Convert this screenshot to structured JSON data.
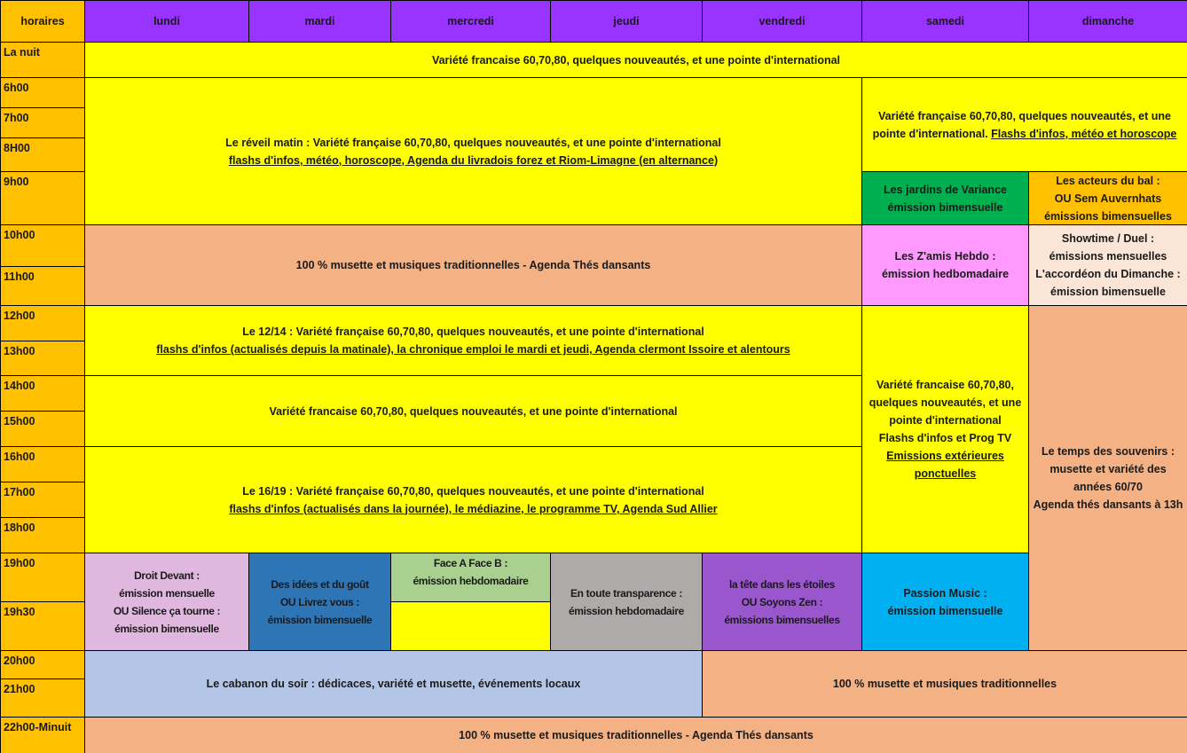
{
  "header": {
    "time_label": "horaires",
    "days": [
      "lundi",
      "mardi",
      "mercredi",
      "jeudi",
      "vendredi",
      "samedi",
      "dimanche"
    ]
  },
  "times": [
    "La nuit",
    "6h00",
    "7h00",
    "8H00",
    "9h00",
    "10h00",
    "11h00",
    "12h00",
    "13h00",
    "14h00",
    "15h00",
    "16h00",
    "17h00",
    "18h00",
    "19h00",
    "19h30",
    "20h00",
    "21h00",
    "22h00-Minuit"
  ],
  "colors": {
    "header_days": "#9933ff",
    "header_time": "#ffc000",
    "yellow": "#ffff00",
    "musette": "#f4b183"
  },
  "programs": [
    {
      "id": "nuit",
      "color": "#ffff00",
      "lines": [
        {
          "text": "Variété francaise 60,70,80, quelques nouveautés, et une pointe d'international",
          "underline": false
        }
      ]
    },
    {
      "id": "reveil",
      "color": "#ffff00",
      "lines": [
        {
          "text": "Le réveil matin  : Variété française 60,70,80, quelques nouveautés, et une pointe d'international",
          "underline": false
        },
        {
          "text": "flashs d'infos, météo, horoscope, Agenda du livradois forez et Riom-Limagne (en alternance)",
          "underline": true
        }
      ]
    },
    {
      "id": "we-matin",
      "color": "#ffff00",
      "lines": [
        {
          "text": "Variété française 60,70,80, quelques nouveautés, et une",
          "underline": false
        },
        {
          "text": "pointe d'international. ",
          "underline": false,
          "suffix": {
            "text": "Flashs d'infos, météo et horoscope",
            "underline": true
          }
        }
      ]
    },
    {
      "id": "jardins",
      "color": "#00b050",
      "lines": [
        {
          "text": "Les jardins de Variance",
          "underline": false
        },
        {
          "text": "émission bimensuelle",
          "underline": false
        }
      ]
    },
    {
      "id": "acteurs",
      "color": "#ffc000",
      "lines": [
        {
          "text": "Les acteurs du bal :",
          "underline": false
        },
        {
          "text": "OU Sem Auvernhats",
          "underline": false
        },
        {
          "text": "émissions bimensuelles",
          "underline": false
        }
      ]
    },
    {
      "id": "musette-matin",
      "color": "#f4b183",
      "lines": [
        {
          "text": "100 % musette et musiques traditionnelles  - Agenda Thés dansants",
          "underline": false
        }
      ]
    },
    {
      "id": "zamis",
      "color": "#ff99ff",
      "lines": [
        {
          "text": "Les Z'amis Hebdo :",
          "underline": false
        },
        {
          "text": "émission hedbomadaire",
          "underline": false
        }
      ]
    },
    {
      "id": "showtime",
      "color": "#fbe5d6",
      "lines": [
        {
          "text": "Showtime / Duel :",
          "underline": false
        },
        {
          "text": "émissions mensuelles",
          "underline": false
        },
        {
          "text": "L'accordéon du Dimanche :",
          "underline": false
        },
        {
          "text": "émission bimensuelle",
          "underline": false
        }
      ]
    },
    {
      "id": "midi",
      "color": "#ffff00",
      "lines": [
        {
          "text": "Le 12/14 :  Variété française 60,70,80, quelques nouveautés, et une pointe d'international",
          "underline": false
        },
        {
          "text": "flashs d'infos (actualisés depuis la matinale), la chronique emploi le mardi et jeudi, Agenda clermont Issoire et alentours",
          "underline": true
        }
      ]
    },
    {
      "id": "aprem",
      "color": "#ffff00",
      "lines": [
        {
          "text": "Variété francaise 60,70,80, quelques nouveautés, et une pointe d'international",
          "underline": false
        }
      ]
    },
    {
      "id": "soir",
      "color": "#ffff00",
      "lines": [
        {
          "text": "Le 16/19 :  Variété française 60,70,80, quelques nouveautés, et une pointe d'international",
          "underline": false
        },
        {
          "text": "flashs d'infos (actualisés dans la journée), le médiazine, le programme TV, Agenda Sud Allier",
          "underline": true
        }
      ]
    },
    {
      "id": "samedi-jour",
      "color": "#ffff00",
      "lines": [
        {
          "text": "Variété francaise 60,70,80,",
          "underline": false
        },
        {
          "text": "quelques nouveautés, et une",
          "underline": false
        },
        {
          "text": "pointe d'international",
          "underline": false
        },
        {
          "text": "Flashs d'infos et Prog TV",
          "underline": false
        },
        {
          "text": "Emissions extérieures",
          "underline": true
        },
        {
          "text": "ponctuelles",
          "underline": true
        }
      ]
    },
    {
      "id": "souvenirs",
      "color": "#f4b183",
      "lines": [
        {
          "text": "Le temps des souvenirs :",
          "underline": false
        },
        {
          "text": "musette et variété des",
          "underline": false
        },
        {
          "text": "années 60/70",
          "underline": false
        },
        {
          "text": "Agenda thés dansants à 13h",
          "underline": false
        }
      ]
    },
    {
      "id": "droit-devant",
      "color": "#e0b7df",
      "lines": [
        {
          "text": "Droit Devant  :",
          "underline": false
        },
        {
          "text": "émission mensuelle",
          "underline": false
        },
        {
          "text": "OU Silence ça tourne :",
          "underline": false
        },
        {
          "text": "émission bimensuelle",
          "underline": false
        }
      ]
    },
    {
      "id": "idees",
      "color": "#2e75b6",
      "lines": [
        {
          "text": "Des idées et du goût",
          "underline": false
        },
        {
          "text": "OU Livrez vous :",
          "underline": false
        },
        {
          "text": "émission bimensuelle",
          "underline": false
        }
      ]
    },
    {
      "id": "face-a",
      "color": "#a9d08e",
      "lines": [
        {
          "text": "Face A Face B :",
          "underline": false
        },
        {
          "text": "émission hebdomadaire",
          "underline": false
        }
      ]
    },
    {
      "id": "face-a-vide",
      "color": "#ffff00",
      "lines": []
    },
    {
      "id": "transparence",
      "color": "#aeaaaa",
      "lines": [
        {
          "text": "En toute transparence :",
          "underline": false
        },
        {
          "text": "émission hebdomadaire",
          "underline": false
        }
      ]
    },
    {
      "id": "etoiles",
      "color": "#9a57cd",
      "lines": [
        {
          "text": "la tête dans les étoiles",
          "underline": false
        },
        {
          "text": "OU Soyons Zen :",
          "underline": false
        },
        {
          "text": "émissions bimensuelles",
          "underline": false
        }
      ]
    },
    {
      "id": "passion",
      "color": "#00b0f0",
      "lines": [
        {
          "text": "Passion Music :",
          "underline": false
        },
        {
          "text": "émission bimensuelle",
          "underline": false
        }
      ]
    },
    {
      "id": "cabanon",
      "color": "#b4c6e7",
      "lines": [
        {
          "text": "Le cabanon du soir : dédicaces, variété et musette, événements locaux",
          "underline": false
        }
      ]
    },
    {
      "id": "musette-soir",
      "color": "#f4b183",
      "lines": [
        {
          "text": "100 % musette et musiques traditionnelles",
          "underline": false
        }
      ]
    },
    {
      "id": "nuit-fin",
      "color": "#f4b183",
      "lines": [
        {
          "text": "100 % musette et musiques traditionnelles - Agenda Thés dansants",
          "underline": false
        }
      ]
    }
  ]
}
